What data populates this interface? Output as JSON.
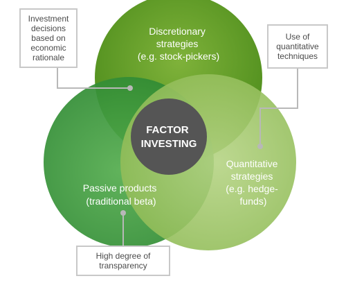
{
  "diagram": {
    "center": {
      "lines": [
        "FACTOR",
        "INVESTING"
      ]
    },
    "circles": {
      "discretionary": {
        "lines": [
          "Discretionary",
          "strategies",
          "(e.g. stock-pickers)"
        ],
        "color": "#5e9c24"
      },
      "passive": {
        "lines": [
          "Passive products",
          "(traditional beta)"
        ],
        "color": "#3f9a3d"
      },
      "quantitative": {
        "lines": [
          "Quantitative",
          "strategies",
          "(e.g. hedge-",
          "funds)"
        ],
        "color": "#a2c66a"
      },
      "core_color": "#555555"
    },
    "callouts": {
      "economic": "Investment\ndecisions\nbased on\neconomic\nrationale",
      "quantitative": "Use of\nquantitative\ntechniques",
      "transparency": "High degree of\ntransparency"
    },
    "connector_color": "#b8b8b8"
  }
}
